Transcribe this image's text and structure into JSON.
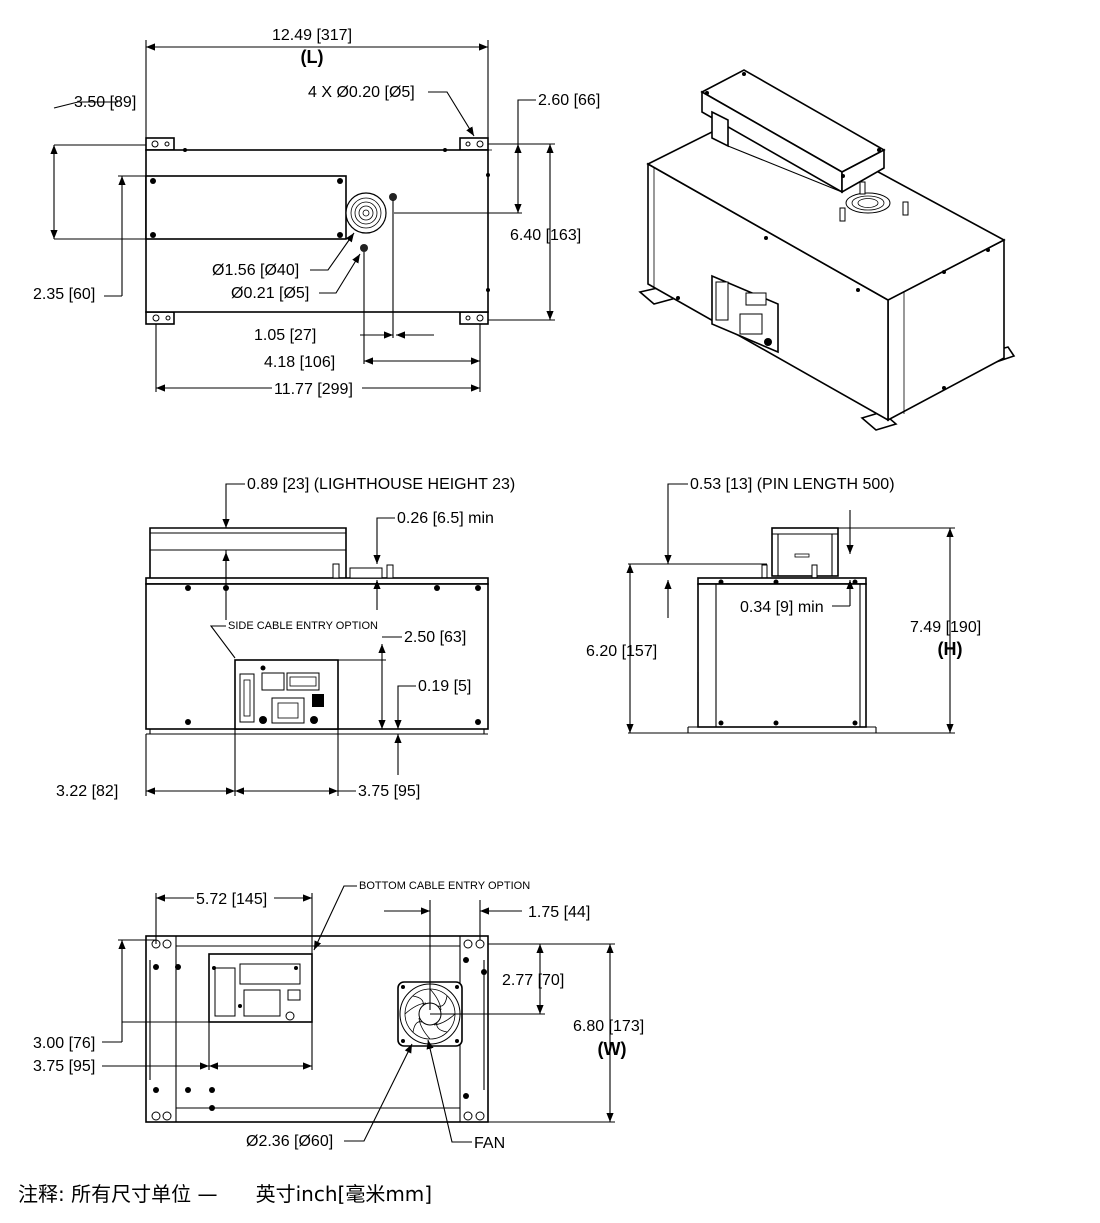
{
  "views": {
    "top": {
      "length": "12.49 [317]",
      "length_tag": "(L)",
      "mount_holes": "4 X Ø0.20 [Ø5]",
      "left_offset": "3.50 [89]",
      "right_offset": "2.60 [66]",
      "depth": "6.40 [163]",
      "fan_dia": "Ø1.56 [Ø40]",
      "pin_dia": "Ø0.21 [Ø5]",
      "lower_offset": "2.35 [60]",
      "pin_x": "1.05 [27]",
      "fan_x": "4.18 [106]",
      "hole_span": "11.77 [299]"
    },
    "front": {
      "lighthouse": "0.89 [23] (LIGHTHOUSE HEIGHT 23)",
      "pin_min": "0.26 [6.5] min",
      "side_cable": "SIDE CABLE ENTRY OPTION",
      "panel_height": "2.50 [63]",
      "panel_bottom": "0.19 [5]",
      "panel_left": "3.22 [82]",
      "panel_width": "3.75 [95]"
    },
    "side": {
      "pin_length": "0.53 [13] (PIN LENGTH 500)",
      "pin_min": "0.34 [9] min",
      "height_body": "6.20 [157]",
      "height_total": "7.49 [190]",
      "height_tag": "(H)"
    },
    "bottom": {
      "panel_x": "5.72 [145]",
      "bottom_cable": "BOTTOM CABLE ENTRY OPTION",
      "fan_x": "1.75 [44]",
      "fan_y": "2.77 [70]",
      "panel_y": "3.00 [76]",
      "panel_h": "3.75 [95]",
      "width": "6.80 [173]",
      "width_tag": "(W)",
      "fan_dia": "Ø2.36 [Ø60]",
      "fan_label": "FAN"
    }
  },
  "note": {
    "prefix": "注释: 所有尺寸单位 —",
    "units": "英寸inch[毫米mm]"
  }
}
